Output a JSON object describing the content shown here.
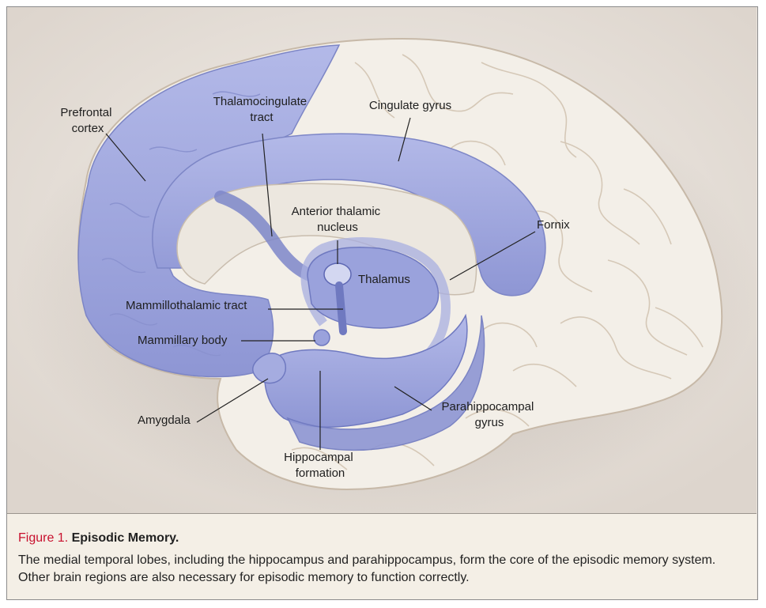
{
  "labels": {
    "prefrontal_cortex": [
      "Prefrontal",
      "cortex"
    ],
    "thalamocingulate_tract": [
      "Thalamocingulate",
      "tract"
    ],
    "cingulate_gyrus": "Cingulate gyrus",
    "anterior_thalamic_nucleus": [
      "Anterior thalamic",
      "nucleus"
    ],
    "fornix": "Fornix",
    "thalamus": "Thalamus",
    "mammillothalamic_tract": "Mammillothalamic tract",
    "mammillary_body": "Mammillary body",
    "amygdala": "Amygdala",
    "parahippocampal_gyrus": [
      "Parahippocampal",
      "gyrus"
    ],
    "hippocampal_formation": [
      "Hippocampal",
      "formation"
    ]
  },
  "caption": {
    "figure_number": "Figure 1.",
    "title": "Episodic Memory.",
    "text": "The medial temporal lobes, including the hippocampus and parahippocampus, form the core of the episodic memory system. Other brain regions are also necessary for episodic memory to function correctly."
  },
  "colors": {
    "background": "#e8e2dc",
    "brain": "#f3efe8",
    "memory_regions": "#a7aee0",
    "caption_background": "#f4efe6",
    "figure_number": "#c8102e"
  }
}
